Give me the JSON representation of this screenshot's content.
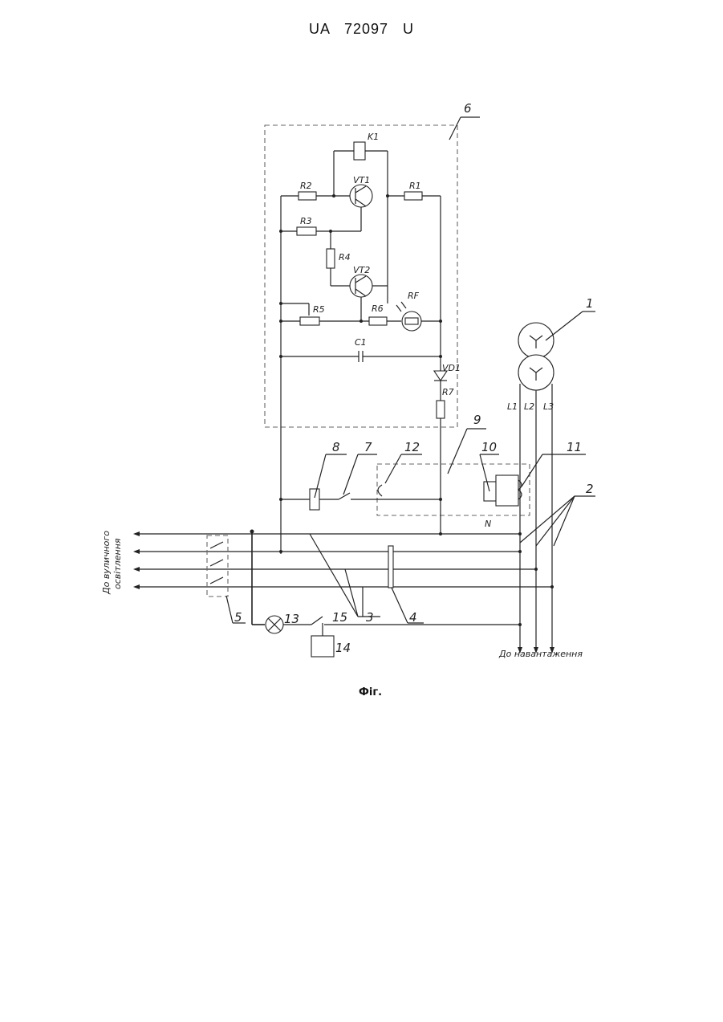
{
  "header": {
    "doc_id": "UA   72097   U"
  },
  "labels": {
    "k1": "K1",
    "vt1": "VT1",
    "vt2": "VT2",
    "r1": "R1",
    "r2": "R2",
    "r3": "R3",
    "r4": "R4",
    "r5": "R5",
    "r6": "R6",
    "r7": "R7",
    "rf": "RF",
    "c1": "C1",
    "vd1": "VD1",
    "l1": "L1",
    "l2": "L2",
    "l3": "L3",
    "n": "N"
  },
  "callouts": [
    "1",
    "2",
    "3",
    "4",
    "5",
    "6",
    "7",
    "8",
    "9",
    "10",
    "11",
    "12",
    "13",
    "14",
    "15"
  ],
  "captions": {
    "street_lighting_line1": "До вуличного",
    "street_lighting_line2": "освітлення",
    "to_load": "До навантаження"
  },
  "figure_caption": "Фіг."
}
